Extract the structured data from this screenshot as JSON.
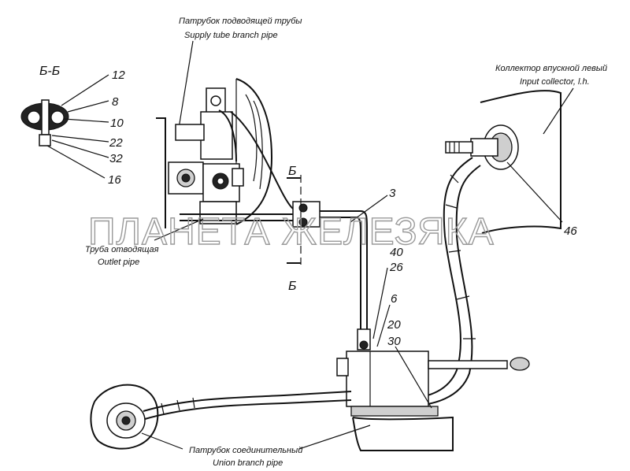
{
  "section": {
    "title": "Б-Б",
    "cut_mark": "Б"
  },
  "labels": {
    "supply_ru": "Патрубок подводящей трубы",
    "supply_en": "Supply tube branch pipe",
    "collector_ru": "Коллектор впускной левый",
    "collector_en": "Input collector, l.h.",
    "outlet_ru": "Труба отводящая",
    "outlet_en": "Outlet pipe",
    "union_ru": "Патрубок соединительный",
    "union_en": "Union branch pipe"
  },
  "callouts": {
    "n12": "12",
    "n8": "8",
    "n10": "10",
    "n22": "22",
    "n32": "32",
    "n16": "16",
    "n3": "3",
    "n40": "40",
    "n26": "26",
    "n6": "6",
    "n20": "20",
    "n30": "30",
    "n46": "46"
  },
  "watermark": "ПЛАНЕТА ЖЕЛЕЗЯКА"
}
